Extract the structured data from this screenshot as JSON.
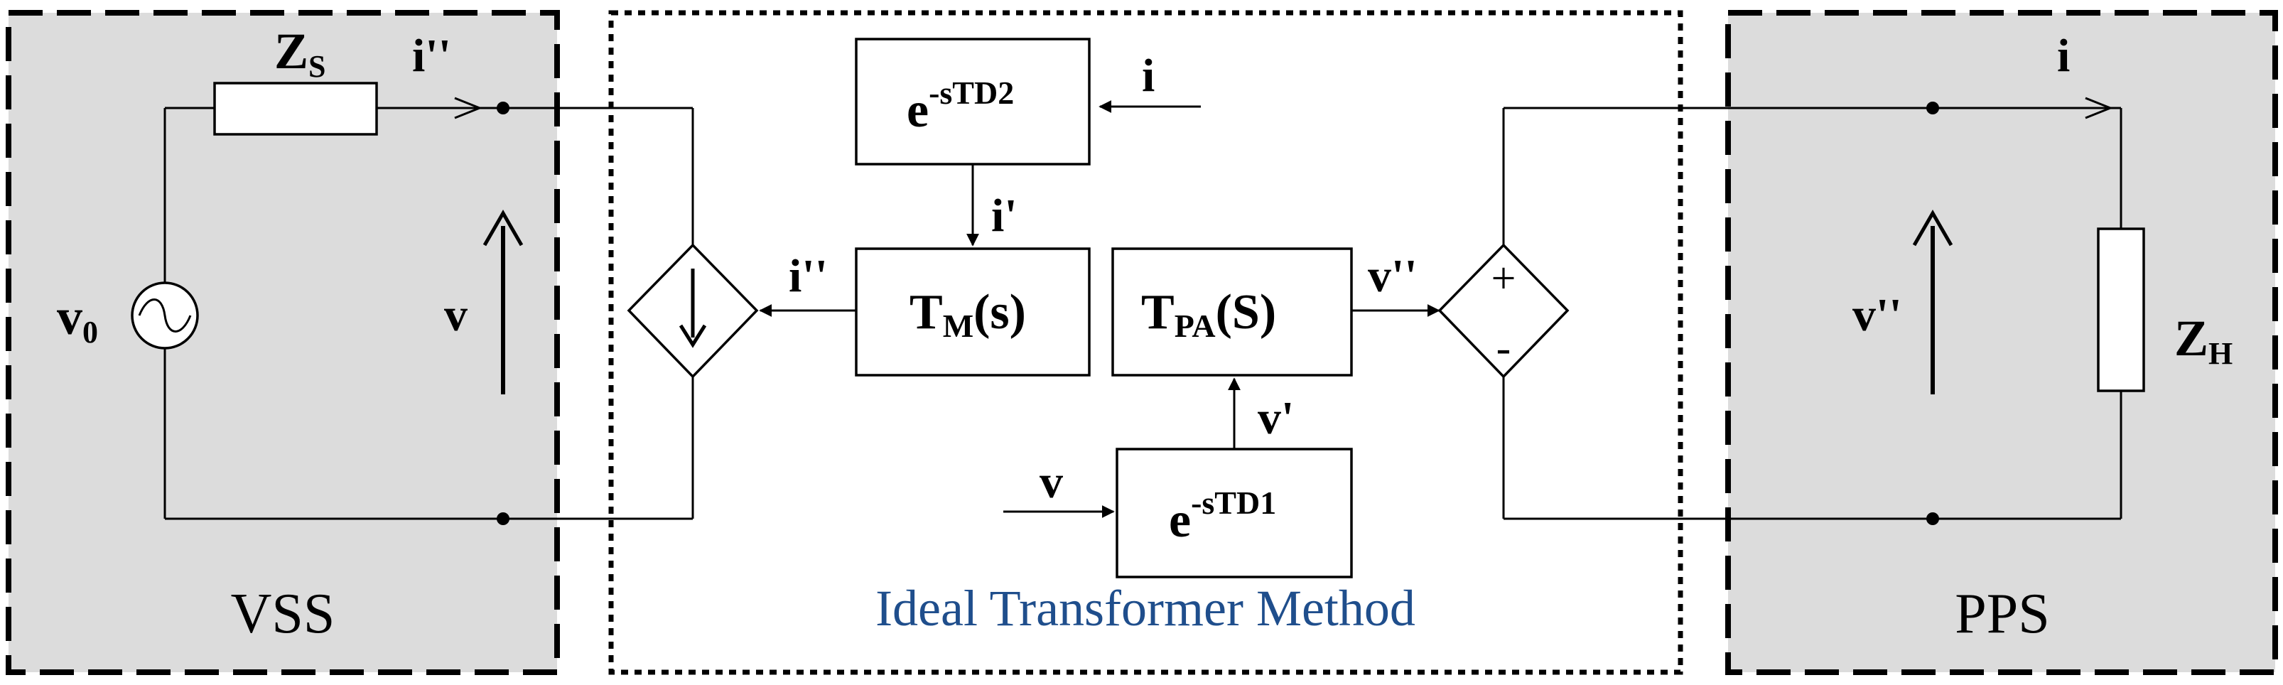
{
  "regions": {
    "vss": "VSS",
    "pps": "PPS",
    "itm": "Ideal Transformer Method"
  },
  "blocks": {
    "delay2": {
      "base": "e",
      "sup": "-sTD2"
    },
    "delay1": {
      "base": "e",
      "sup": "-sTD1"
    },
    "tm": {
      "base": "T",
      "sub": "M",
      "tail": "(s)"
    },
    "tpa": {
      "base": "T",
      "sub": "PA",
      "tail": "(S)"
    }
  },
  "signals": {
    "i": "i",
    "i_prime": "i'",
    "i_dprime": "i''",
    "v": "v",
    "v_prime": "v'",
    "v_dprime": "v''"
  },
  "components": {
    "zs": {
      "base": "Z",
      "sub": "S"
    },
    "zh": {
      "base": "Z",
      "sub": "H"
    },
    "v0": {
      "base": "v",
      "sub": "0"
    },
    "plus": "+",
    "minus": "-"
  },
  "colors": {
    "itm_label": "#1f4e8c",
    "region_fill": "#dcdcdc"
  }
}
